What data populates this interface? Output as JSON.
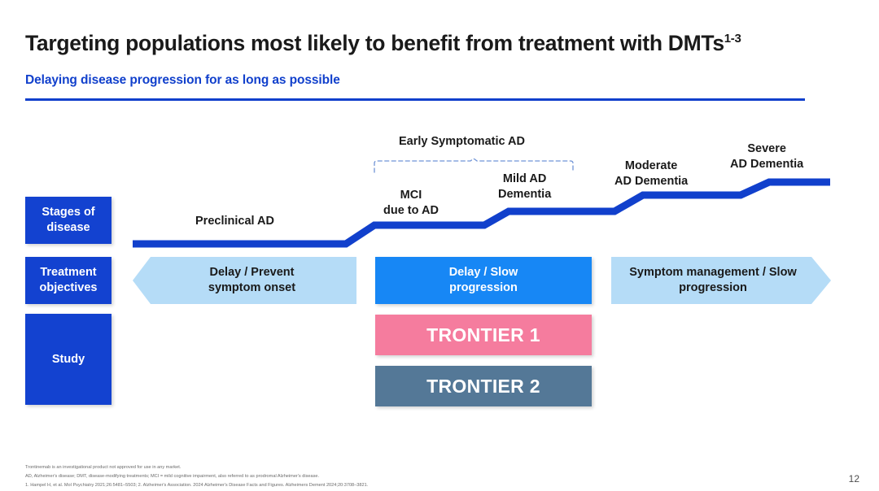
{
  "header": {
    "title": "Targeting populations most likely to benefit from treatment with DMTs",
    "title_superscript": "1-3",
    "subtitle": "Delaying disease progression for as long as possible",
    "rule_color": "#1140cc"
  },
  "row_labels": [
    {
      "id": "stages",
      "label": "Stages of\ndisease",
      "color": "#1342d0"
    },
    {
      "id": "treatment",
      "label": "Treatment\nobjectives",
      "color": "#1342d0"
    },
    {
      "id": "study",
      "label": "Study",
      "color": "#1342d0"
    }
  ],
  "stages": {
    "group_label": "Early Symptomatic AD",
    "items": [
      {
        "id": "preclinical",
        "label": "Preclinical AD"
      },
      {
        "id": "mci",
        "label": "MCI\ndue to AD"
      },
      {
        "id": "mild",
        "label": "Mild AD\nDementia"
      },
      {
        "id": "moderate",
        "label": "Moderate\nAD Dementia"
      },
      {
        "id": "severe",
        "label": "Severe\nAD Dementia"
      }
    ],
    "line_color": "#1140cc",
    "bracket_color": "#6f93d6"
  },
  "objectives": [
    {
      "id": "prevent",
      "label": "Delay / Prevent\nsymptom onset",
      "bg": "#b5dcf7",
      "fg": "#1a1a1a",
      "shape": "left-point"
    },
    {
      "id": "slow",
      "label": "Delay / Slow\nprogression",
      "bg": "#1787f5",
      "fg": "#ffffff",
      "shape": "rectangle"
    },
    {
      "id": "management",
      "label": "Symptom management / Slow\nprogression",
      "bg": "#b5dcf7",
      "fg": "#1a1a1a",
      "shape": "right-point"
    }
  ],
  "studies": [
    {
      "id": "trontier-1",
      "label": "TRONTIER 1",
      "bg": "#f57c9e"
    },
    {
      "id": "trontier-2",
      "label": "TRONTIER 2",
      "bg": "#547897"
    }
  ],
  "footnotes": [
    "Trontinemab is an investigational product not approved for use in any market.",
    "AD, Alzheimer's disease; DMT, disease-modifying treatments; MCI = mild cognitive impairment, also referred to as prodromal Alzheimer's disease.",
    "1. Hampel H, et al. Mol Psychiatry 2021;26:5481–5503; 2. Alzheimer's Association. 2024 Alzheimer's Disease Facts and Figures. Alzheimers Dement 2024;20:3708–3821."
  ],
  "page_number": "12"
}
